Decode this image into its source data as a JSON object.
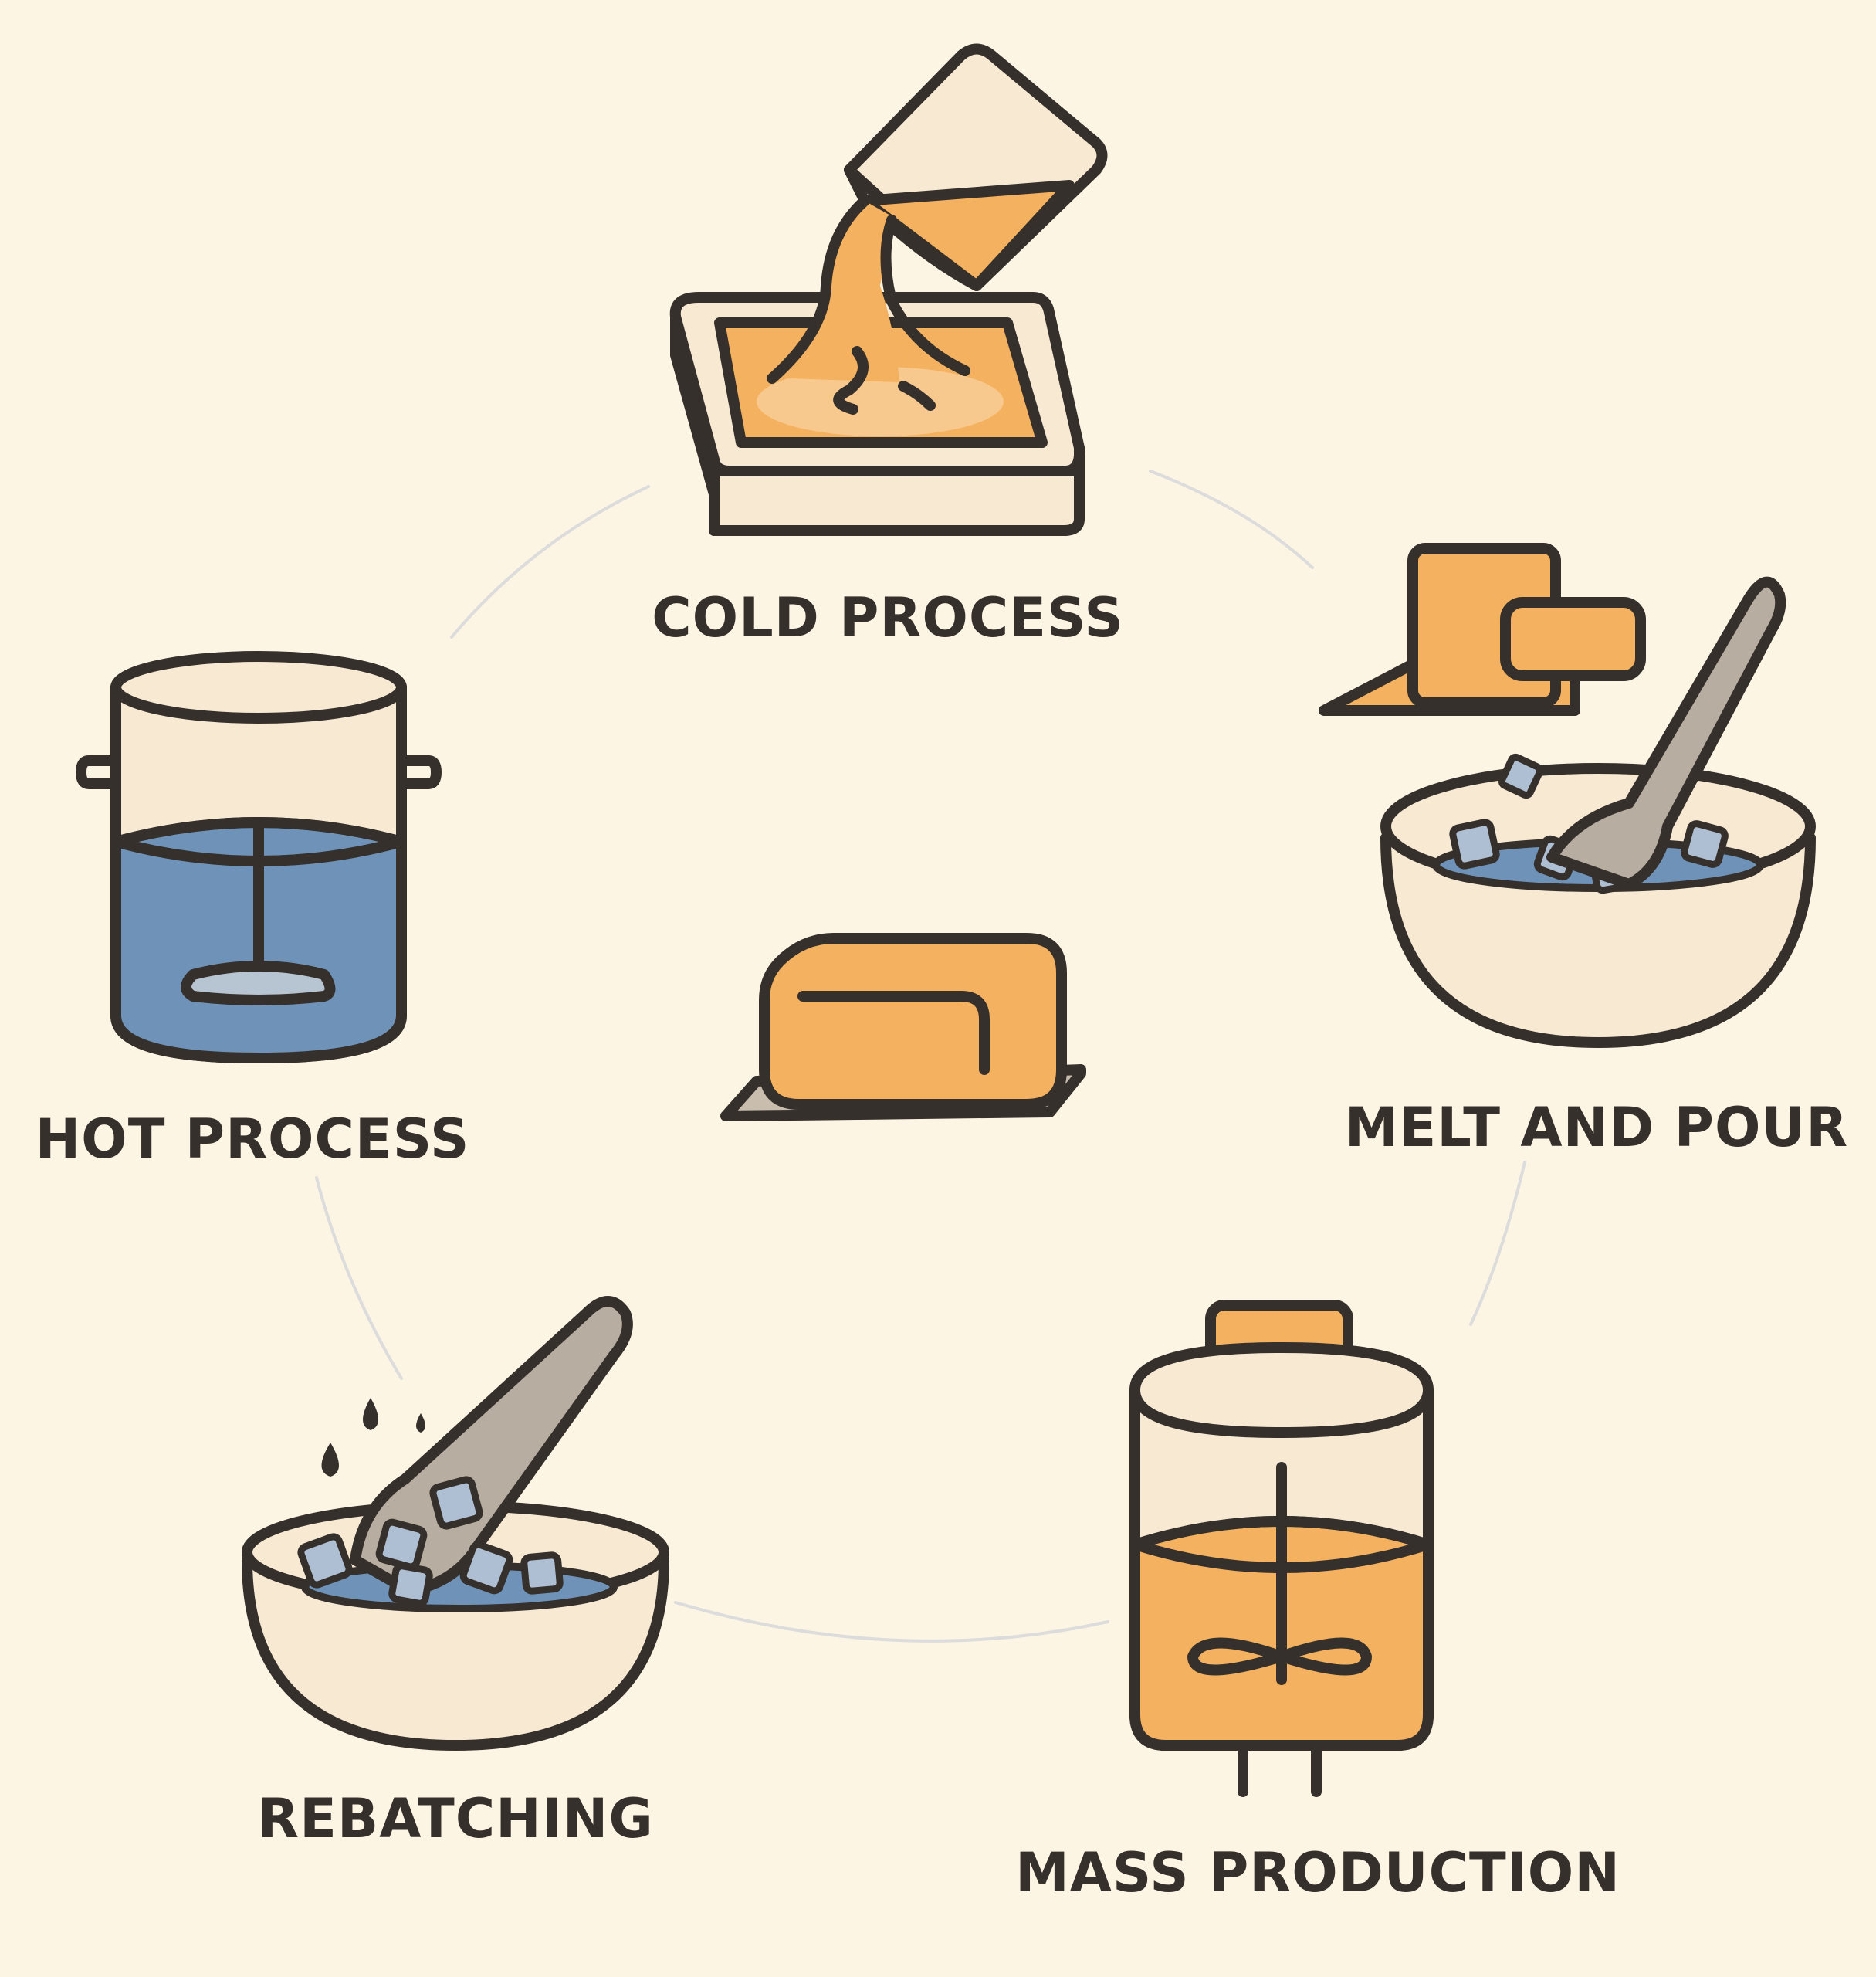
{
  "colors": {
    "background": "#fdf5e4",
    "outline": "#35302b",
    "orange": "#f4b15f",
    "blue": "#6f93b8",
    "cream": "#f8e9d3",
    "gray": "#b7ada0",
    "ring": "#dcdcdc",
    "label": "#35302b"
  },
  "center": {
    "icon": "soap-bar-icon"
  },
  "methods": [
    {
      "label": "COLD PROCESS",
      "icon": "pouring-mold-icon"
    },
    {
      "label": "MELT AND POUR",
      "icon": "melt-bowl-icon"
    },
    {
      "label": "MASS PRODUCTION",
      "icon": "mixing-tank-icon"
    },
    {
      "label": "REBATCHING",
      "icon": "rebatch-bowl-icon"
    },
    {
      "label": "HOT PROCESS",
      "icon": "cooking-pot-icon"
    }
  ]
}
